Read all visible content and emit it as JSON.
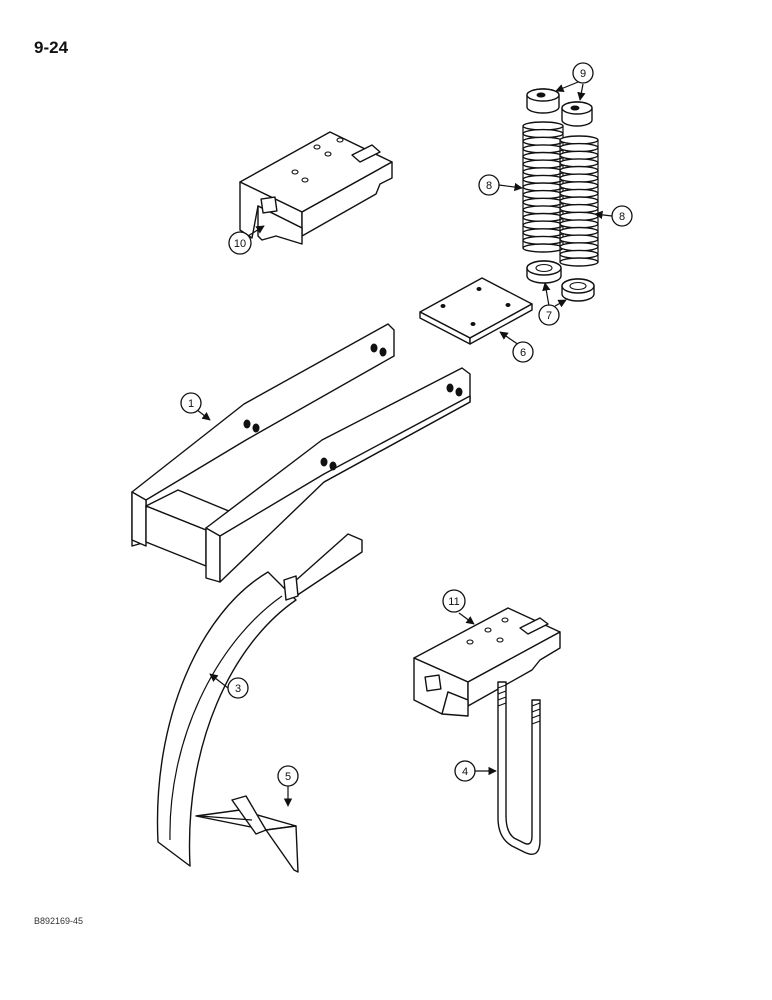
{
  "page_number": "9-24",
  "figure_code": "B892169-45",
  "callouts": [
    "1",
    "3",
    "4",
    "5",
    "6",
    "7",
    "8",
    "8",
    "9",
    "10",
    "11"
  ]
}
